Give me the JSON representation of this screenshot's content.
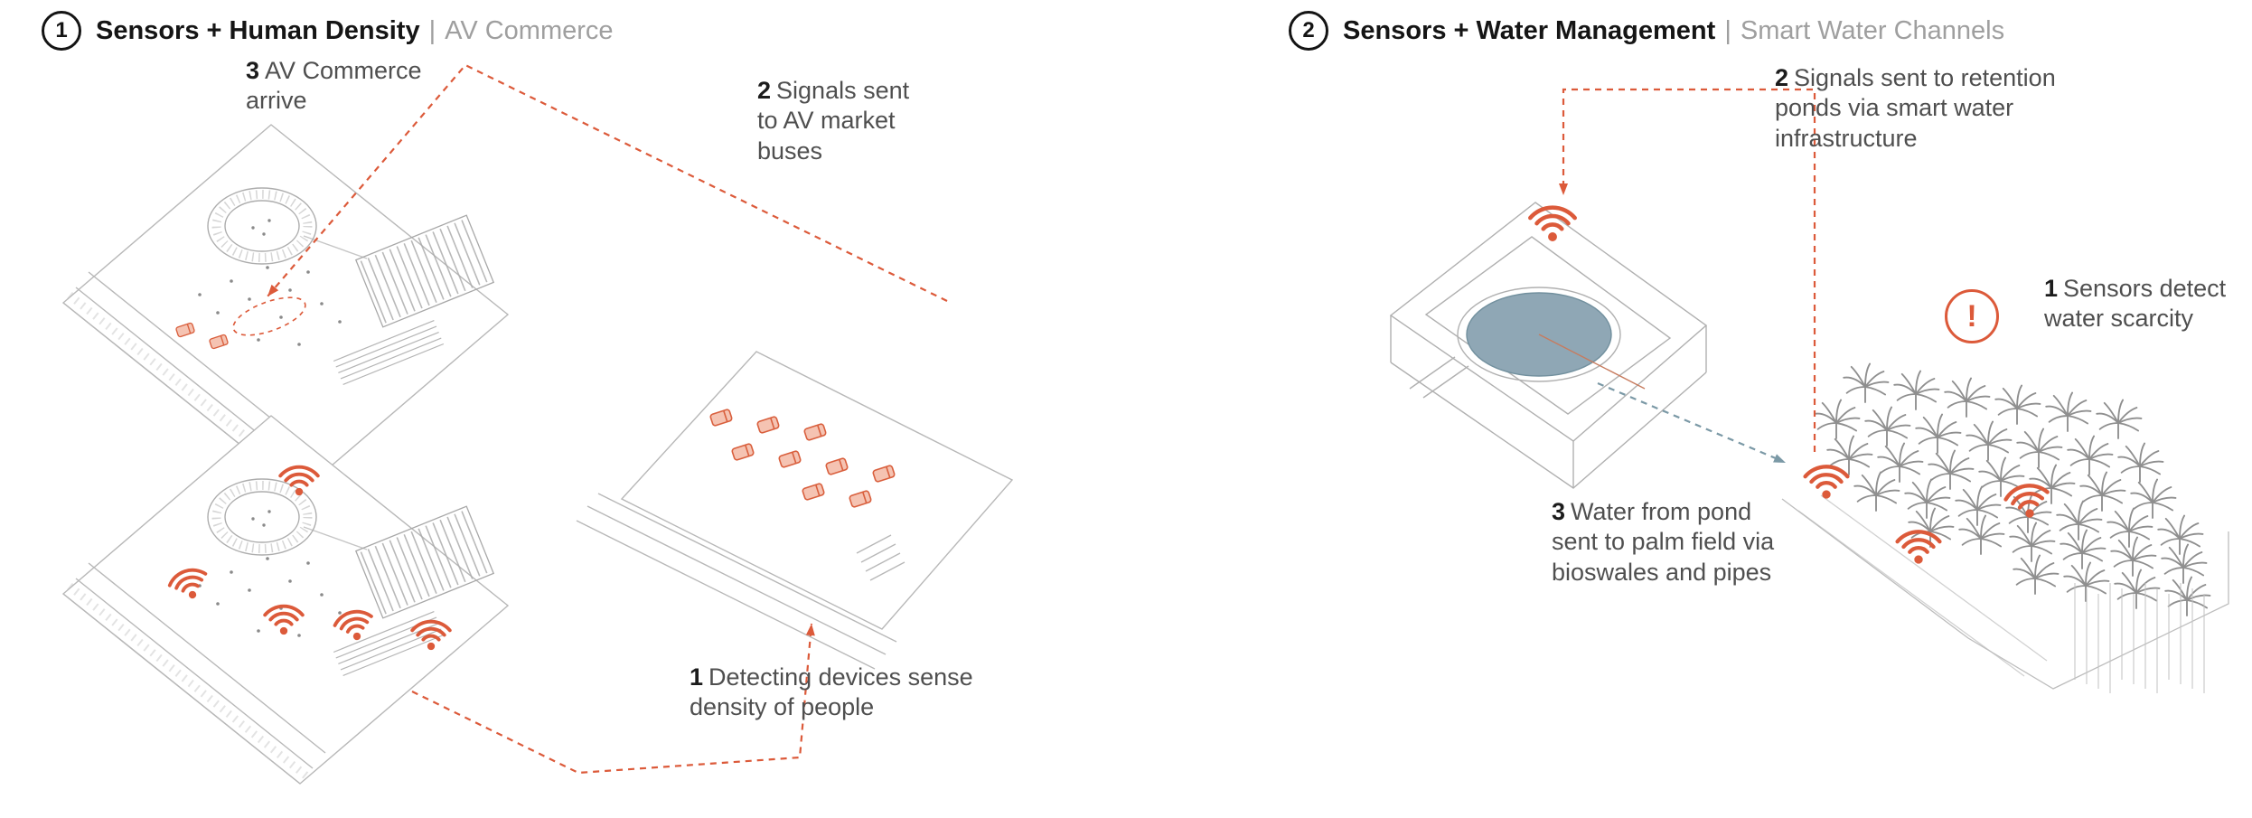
{
  "panel1": {
    "header": {
      "number": "1",
      "title": "Sensors + Human Density",
      "separator": "|",
      "subtitle": "AV Commerce"
    },
    "annotations": {
      "arrive": {
        "num": "3",
        "text": "AV Commerce arrive"
      },
      "signals": {
        "num": "2",
        "text": "Signals sent to AV market buses"
      },
      "detect": {
        "num": "1",
        "text": "Detecting devices sense density of people"
      }
    }
  },
  "panel2": {
    "header": {
      "number": "2",
      "title": "Sensors + Water Management",
      "separator": "|",
      "subtitle": "Smart Water Channels"
    },
    "annotations": {
      "signals": {
        "num": "2",
        "text": "Signals sent to retention ponds via smart water infrastructure"
      },
      "detect": {
        "num": "1",
        "text": "Sensors detect water scarcity"
      },
      "water": {
        "num": "3",
        "text": "Water from pond sent to palm field via bioswales and pipes"
      }
    },
    "alert_symbol": "!"
  },
  "colors": {
    "accent": "#DC5A3A",
    "water_arrow": "#7B99A6",
    "pond_fill": "#8FA7B5",
    "line_art": "#ADADAD",
    "text": "#4F4F4F"
  }
}
